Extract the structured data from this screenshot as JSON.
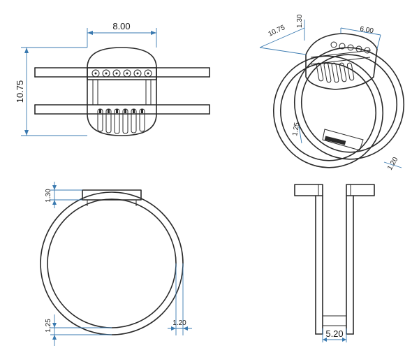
{
  "drawing": {
    "title": "",
    "views": {
      "front": {
        "width_label": "8.00",
        "height_label": "10.75"
      },
      "isometric": {
        "height_label": "10.75",
        "width_label": "6.00",
        "small_top_label": "1.30",
        "side_label": "1.25",
        "bottom_right_label": "1.20"
      },
      "side": {
        "top_label": "1.30",
        "bottom_left_label": "1.25",
        "bottom_right_label": "1.20"
      },
      "profile": {
        "width_label": "5.20"
      }
    },
    "colors": {
      "line": "#2a2a2a",
      "dimension": "#3a7ab0"
    }
  }
}
